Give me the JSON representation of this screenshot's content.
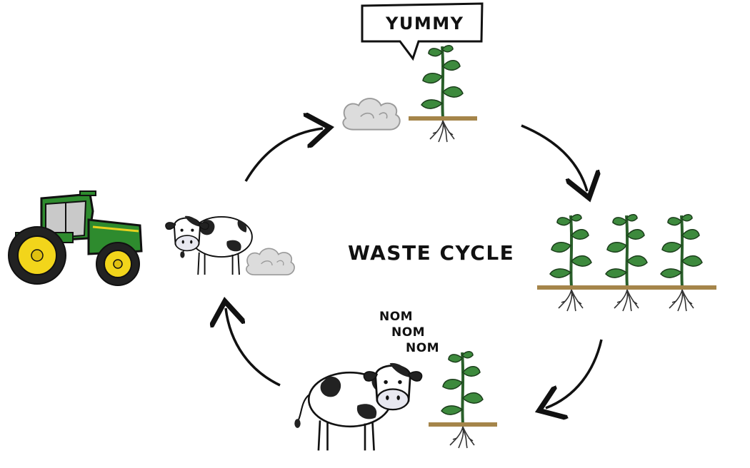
{
  "diagram": {
    "title": "WASTE CYCLE",
    "speech_bubble": "YUMMY",
    "eating_sound": [
      "NOM",
      "NOM",
      "NOM"
    ]
  },
  "colors": {
    "tractor_green": "#2e8b2e",
    "tractor_yellow": "#f2d51b",
    "leaf_green": "#3d8a3d",
    "soil_brown": "#a5854a",
    "smoke_gray": "#d9d9d9",
    "ink": "#111111"
  },
  "icons": [
    "tractor-icon",
    "cow-icon",
    "plant-icon",
    "smoke-cloud-icon",
    "cycle-arrow-icon",
    "speech-bubble-icon"
  ]
}
